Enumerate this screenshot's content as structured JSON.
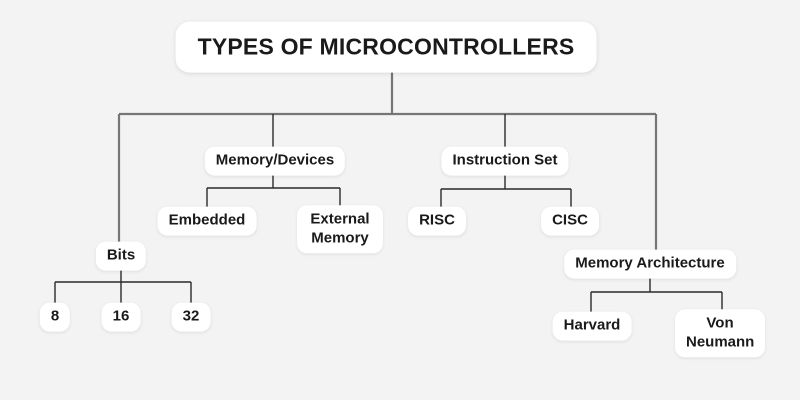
{
  "diagram": {
    "title": "TYPES OF MICROCONTROLLERS",
    "type": "tree",
    "nodes": {
      "root": "TYPES OF MICROCONTROLLERS",
      "bits": "Bits",
      "bit8": "8",
      "bit16": "16",
      "bit32": "32",
      "memory_devices": "Memory/Devices",
      "embedded": "Embedded",
      "external_memory": "External Memory",
      "instruction_set": "Instruction Set",
      "risc": "RISC",
      "cisc": "CISC",
      "memory_architecture": "Memory Architecture",
      "harvard": "Harvard",
      "von_neumann": "Von Neumann"
    },
    "structure": {
      "root": [
        "bits",
        "memory_devices",
        "instruction_set",
        "memory_architecture"
      ],
      "bits": [
        "bit8",
        "bit16",
        "bit32"
      ],
      "memory_devices": [
        "embedded",
        "external_memory"
      ],
      "instruction_set": [
        "risc",
        "cisc"
      ],
      "memory_architecture": [
        "harvard",
        "von_neumann"
      ]
    },
    "colors": {
      "background": "#f2f3f2",
      "node_background": "#ffffff",
      "text": "#1a1a1a",
      "connector_primary": "#767676",
      "connector_secondary": "#2a2a2a"
    }
  }
}
